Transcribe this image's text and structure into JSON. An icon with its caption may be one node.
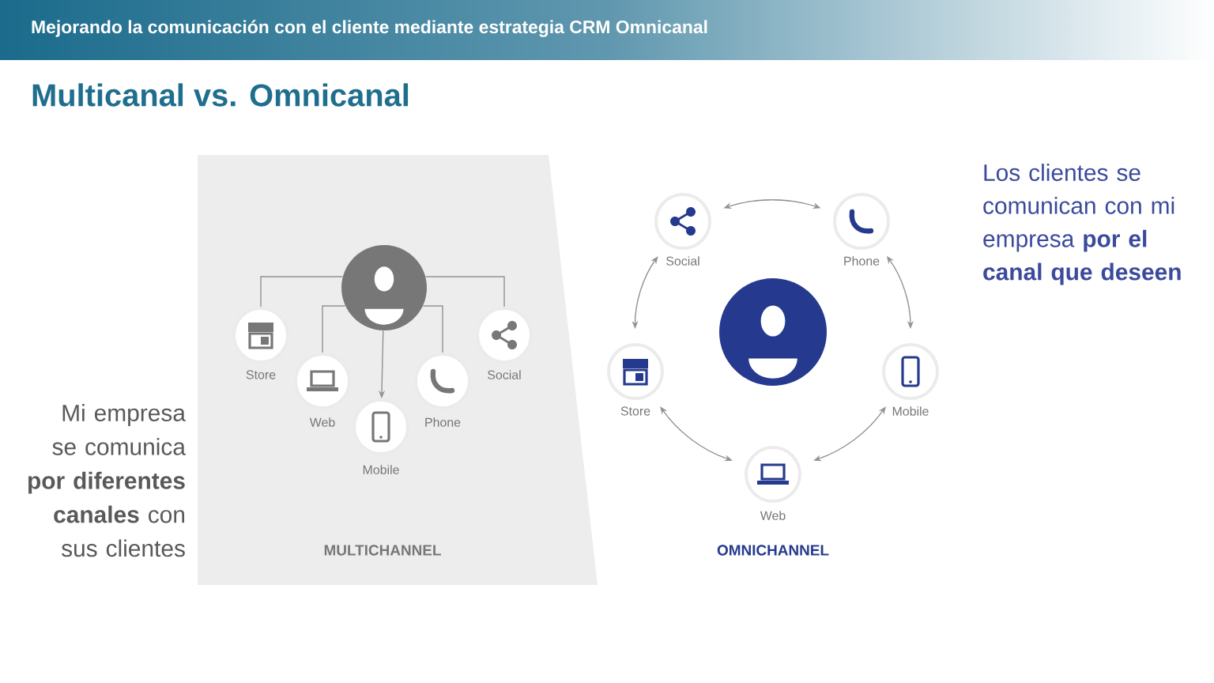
{
  "diagram": {
    "title": "Multicanal vs. Omnicanal",
    "nodes": [
      {
        "text": [],
        "shape": "circle"
      },
      {
        "text": [
          "Store"
        ]
      },
      {
        "text": [
          "Web"
        ]
      },
      {
        "text": [
          "Mobile"
        ]
      },
      {
        "text": [
          "Phone"
        ]
      },
      {
        "text": [
          "Social"
        ]
      },
      {
        "text": [],
        "shape": "circle"
      },
      {
        "text": [
          "Social"
        ]
      },
      {
        "text": [
          "Phone"
        ]
      },
      {
        "text": [
          "Mobile"
        ]
      },
      {
        "text": [
          "Web"
        ]
      },
      {
        "text": [
          "Store"
        ]
      }
    ],
    "edges": [
      {
        "from": 0,
        "to": 1,
        "arrow": "none"
      },
      {
        "from": 0,
        "to": 2,
        "arrow": "none"
      },
      {
        "from": 0,
        "to": 3,
        "arrow": "to"
      },
      {
        "from": 0,
        "to": 4,
        "arrow": "none"
      },
      {
        "from": 0,
        "to": 5,
        "arrow": "none"
      },
      {
        "from": 7,
        "to": 8,
        "arrow": "both"
      },
      {
        "from": 8,
        "to": 9,
        "arrow": "both"
      },
      {
        "from": 9,
        "to": 10,
        "arrow": "both"
      },
      {
        "from": 10,
        "to": 11,
        "arrow": "both"
      },
      {
        "from": 11,
        "to": 7,
        "arrow": "both"
      }
    ],
    "labels": [
      "Mejorando la comunicación con el cliente mediante estrategia CRM Omnicanal",
      "Los clientes se comunican con mi empresa **por el canal que deseen**",
      "Mi empresa se comunica **por diferentes canales** con sus clientes",
      "MULTICHANNEL",
      "OMNICHANNEL"
    ]
  }
}
